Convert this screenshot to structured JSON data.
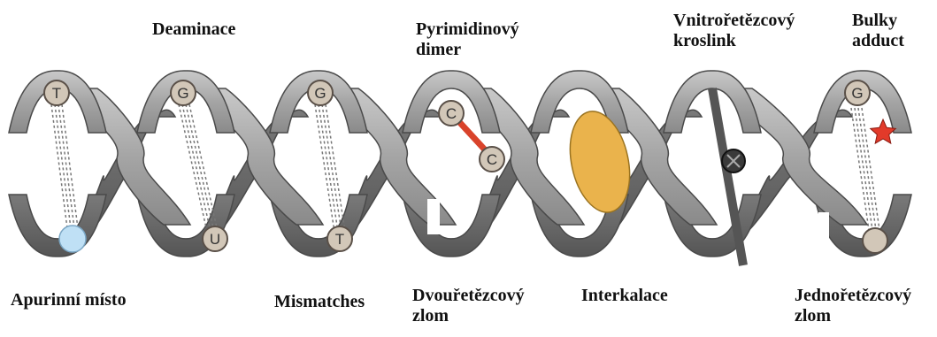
{
  "colors": {
    "ribbon_front": "#a3a3a3",
    "ribbon_back": "#6b6b6b",
    "ribbon_edge": "#4a4a4a",
    "base_fill": "#d2c7b8",
    "base_stroke": "#5a5048",
    "apurinic_site": "#bfe0f5",
    "dimer_bond": "#d9432b",
    "intercalator": "#eab34c",
    "adduct_star": "#e23a2a",
    "crosslink_bar": "#555555"
  },
  "labels": {
    "deamination": "Deaminace",
    "pyrimidine_dimer": [
      "Pyrimidinový",
      "dimer"
    ],
    "interstrand_crosslink": [
      "Vnitrořetězcový",
      "kroslink"
    ],
    "bulky_adduct": [
      "Bulky",
      "adduct"
    ],
    "apurinic_site": "Apurinní místo",
    "mismatches": "Mismatches",
    "double_strand_break": [
      "Dvouřetězcový",
      "zlom"
    ],
    "intercalation": "Interkalace",
    "single_strand_break": [
      "Jednořetězcový",
      "zlom"
    ]
  },
  "bases": {
    "site1_top": "T",
    "site2_top": "G",
    "site2_bottom": "U",
    "site3_top": "G",
    "site3_bottom": "T",
    "dimer_top": "C",
    "dimer_bottom": "C",
    "site7_top": "G"
  }
}
